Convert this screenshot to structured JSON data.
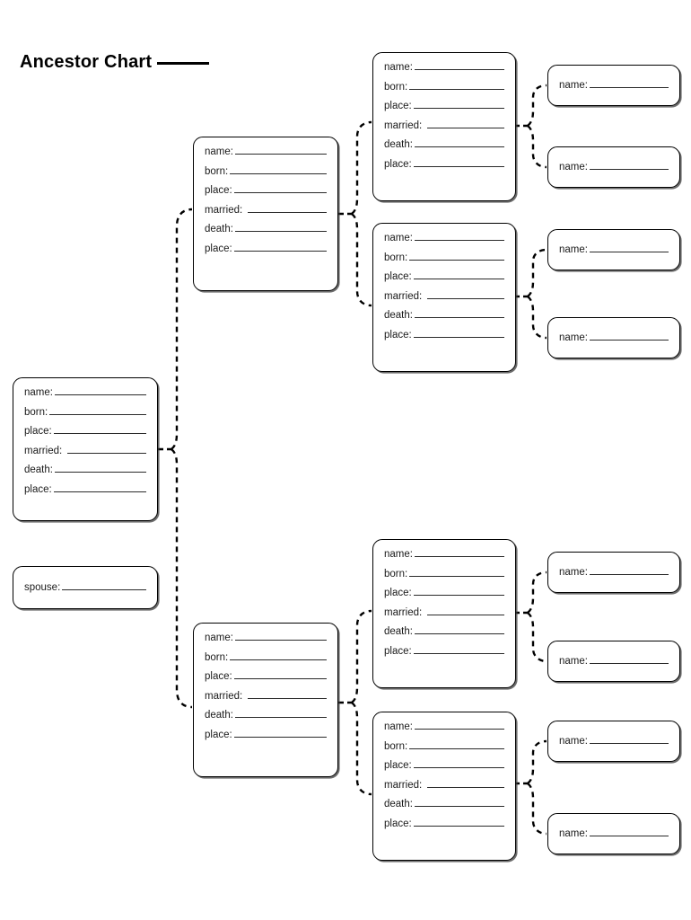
{
  "title": {
    "text": "Ancestor Chart",
    "blank": ""
  },
  "labels": {
    "name": "name:",
    "born": "born:",
    "place": "place:",
    "married": "married:",
    "death": "death:",
    "place2": "place:",
    "spouse": "spouse:"
  },
  "generation1": {
    "self": {
      "fields": [
        {
          "label": "name:",
          "value": ""
        },
        {
          "label": "born:",
          "value": ""
        },
        {
          "label": "place:",
          "value": ""
        },
        {
          "label": "married:",
          "value": ""
        },
        {
          "label": "death:",
          "value": ""
        },
        {
          "label": "place:",
          "value": ""
        }
      ]
    },
    "spouse": {
      "fields": [
        {
          "label": "spouse:",
          "value": ""
        }
      ]
    }
  },
  "generation2": [
    {
      "position": "father",
      "fields": [
        {
          "label": "name:",
          "value": ""
        },
        {
          "label": "born:",
          "value": ""
        },
        {
          "label": "place:",
          "value": ""
        },
        {
          "label": "married:",
          "value": ""
        },
        {
          "label": "death:",
          "value": ""
        },
        {
          "label": "place:",
          "value": ""
        }
      ]
    },
    {
      "position": "mother",
      "fields": [
        {
          "label": "name:",
          "value": ""
        },
        {
          "label": "born:",
          "value": ""
        },
        {
          "label": "place:",
          "value": ""
        },
        {
          "label": "married:",
          "value": ""
        },
        {
          "label": "death:",
          "value": ""
        },
        {
          "label": "place:",
          "value": ""
        }
      ]
    }
  ],
  "generation3": [
    {
      "position": "paternal-grandfather",
      "fields": [
        {
          "label": "name:",
          "value": ""
        },
        {
          "label": "born:",
          "value": ""
        },
        {
          "label": "place:",
          "value": ""
        },
        {
          "label": "married:",
          "value": ""
        },
        {
          "label": "death:",
          "value": ""
        },
        {
          "label": "place:",
          "value": ""
        }
      ]
    },
    {
      "position": "paternal-grandmother",
      "fields": [
        {
          "label": "name:",
          "value": ""
        },
        {
          "label": "born:",
          "value": ""
        },
        {
          "label": "place:",
          "value": ""
        },
        {
          "label": "married:",
          "value": ""
        },
        {
          "label": "death:",
          "value": ""
        },
        {
          "label": "place:",
          "value": ""
        }
      ]
    },
    {
      "position": "maternal-grandfather",
      "fields": [
        {
          "label": "name:",
          "value": ""
        },
        {
          "label": "born:",
          "value": ""
        },
        {
          "label": "place:",
          "value": ""
        },
        {
          "label": "married:",
          "value": ""
        },
        {
          "label": "death:",
          "value": ""
        },
        {
          "label": "place:",
          "value": ""
        }
      ]
    },
    {
      "position": "maternal-grandmother",
      "fields": [
        {
          "label": "name:",
          "value": ""
        },
        {
          "label": "born:",
          "value": ""
        },
        {
          "label": "place:",
          "value": ""
        },
        {
          "label": "married:",
          "value": ""
        },
        {
          "label": "death:",
          "value": ""
        },
        {
          "label": "place:",
          "value": ""
        }
      ]
    }
  ],
  "generation4": [
    {
      "position": "great-grandparent-1",
      "fields": [
        {
          "label": "name:",
          "value": ""
        }
      ]
    },
    {
      "position": "great-grandparent-2",
      "fields": [
        {
          "label": "name:",
          "value": ""
        }
      ]
    },
    {
      "position": "great-grandparent-3",
      "fields": [
        {
          "label": "name:",
          "value": ""
        }
      ]
    },
    {
      "position": "great-grandparent-4",
      "fields": [
        {
          "label": "name:",
          "value": ""
        }
      ]
    },
    {
      "position": "great-grandparent-5",
      "fields": [
        {
          "label": "name:",
          "value": ""
        }
      ]
    },
    {
      "position": "great-grandparent-6",
      "fields": [
        {
          "label": "name:",
          "value": ""
        }
      ]
    },
    {
      "position": "great-grandparent-7",
      "fields": [
        {
          "label": "name:",
          "value": ""
        }
      ]
    },
    {
      "position": "great-grandparent-8",
      "fields": [
        {
          "label": "name:",
          "value": ""
        }
      ]
    }
  ],
  "style": {
    "line_color": "#000000",
    "box_border_color": "#000000",
    "background": "#ffffff",
    "text_color": "#1a1a1a"
  }
}
